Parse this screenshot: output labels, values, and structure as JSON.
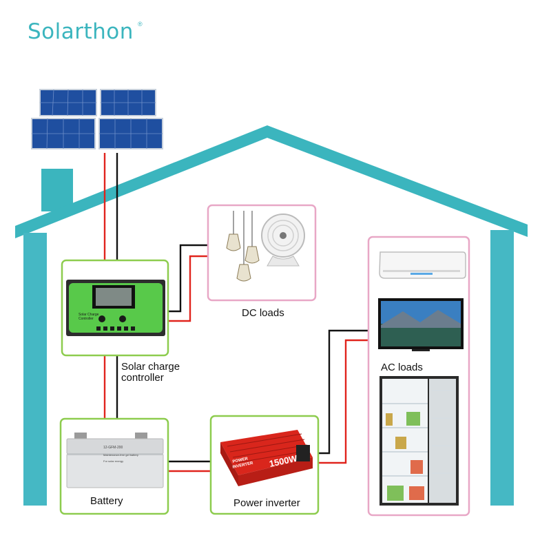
{
  "brand": {
    "name": "Solarthon",
    "registered_mark": "®"
  },
  "colors": {
    "brand": "#3bb5be",
    "house": "#3bb5be",
    "house_wall": "#45b8c4",
    "component_frame": "#8dcc4e",
    "load_frame": "#e8a7c6",
    "wire_positive": "#e0231c",
    "wire_negative": "#111111",
    "inverter_body": "#d9261c",
    "controller_body": "#3f9c36"
  },
  "components": {
    "solar_panels": {
      "icon": "solar-panel-array-icon"
    },
    "charge_controller": {
      "label_line1": "Solar charge",
      "label_line2": "controller",
      "device_text_line1": "Solar Charge",
      "device_text_line2": "Controller",
      "icon": "charge-controller-icon"
    },
    "dc_loads": {
      "label": "DC loads",
      "items": [
        "pendant-lamp-icon",
        "desk-fan-icon"
      ]
    },
    "ac_loads": {
      "label": "AC loads",
      "items": [
        "air-conditioner-icon",
        "television-icon",
        "refrigerator-icon"
      ]
    },
    "battery": {
      "label": "Battery",
      "device_text_line1": "12-GFM-200",
      "device_text_line2": "Maintenance-free gel battery",
      "device_text_line3": "For solar energy",
      "icon": "battery-icon"
    },
    "inverter": {
      "label": "Power inverter",
      "device_text_line1": "POWER",
      "device_text_line2": "INVERTER",
      "rating": "1500W",
      "icon": "power-inverter-icon"
    }
  }
}
